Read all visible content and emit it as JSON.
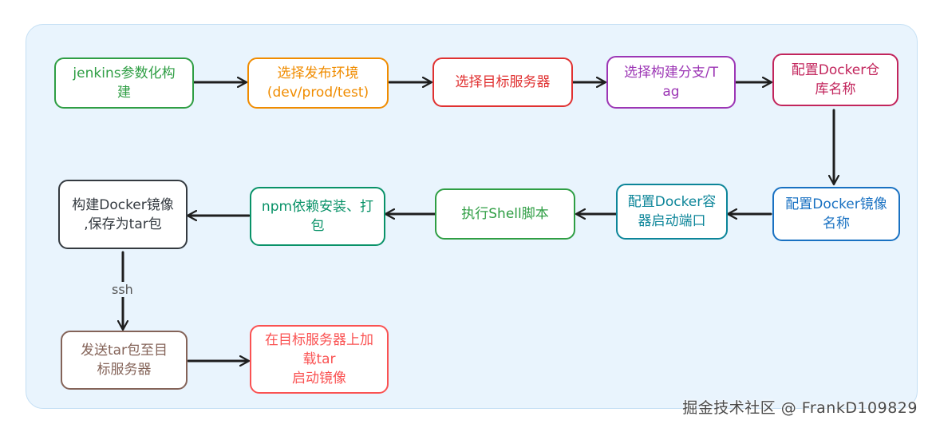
{
  "nodes": {
    "n1": "jenkins参数化构\n建",
    "n2": "选择发布环境\n(dev/prod/test)",
    "n3": "选择目标服务器",
    "n4": "选择构建分支/T\nag",
    "n5": "配置Docker仓\n库名称",
    "n6": "配置Docker镜像\n名称",
    "n7": "配置Docker容\n器启动端口",
    "n8": "执行Shell脚本",
    "n9": "npm依赖安装、打\n包",
    "n10": "构建Docker镜像\n,保存为tar包",
    "n11": "发送tar包至目\n标服务器",
    "n12": "在目标服务器上加\n载tar\n启动镜像"
  },
  "edge_label_ssh": "ssh",
  "watermark": "掘金技术社区 @ FrankD109829",
  "colors": {
    "n1": "#2f9e44",
    "n2": "#f08c00",
    "n3": "#e03131",
    "n4": "#9c36b5",
    "n5": "#c2255c",
    "n6": "#1971c2",
    "n7": "#0c8599",
    "n8": "#2f9e44",
    "n9": "#099268",
    "n10": "#343a40",
    "n11": "#846358",
    "n12": "#fa5252"
  }
}
